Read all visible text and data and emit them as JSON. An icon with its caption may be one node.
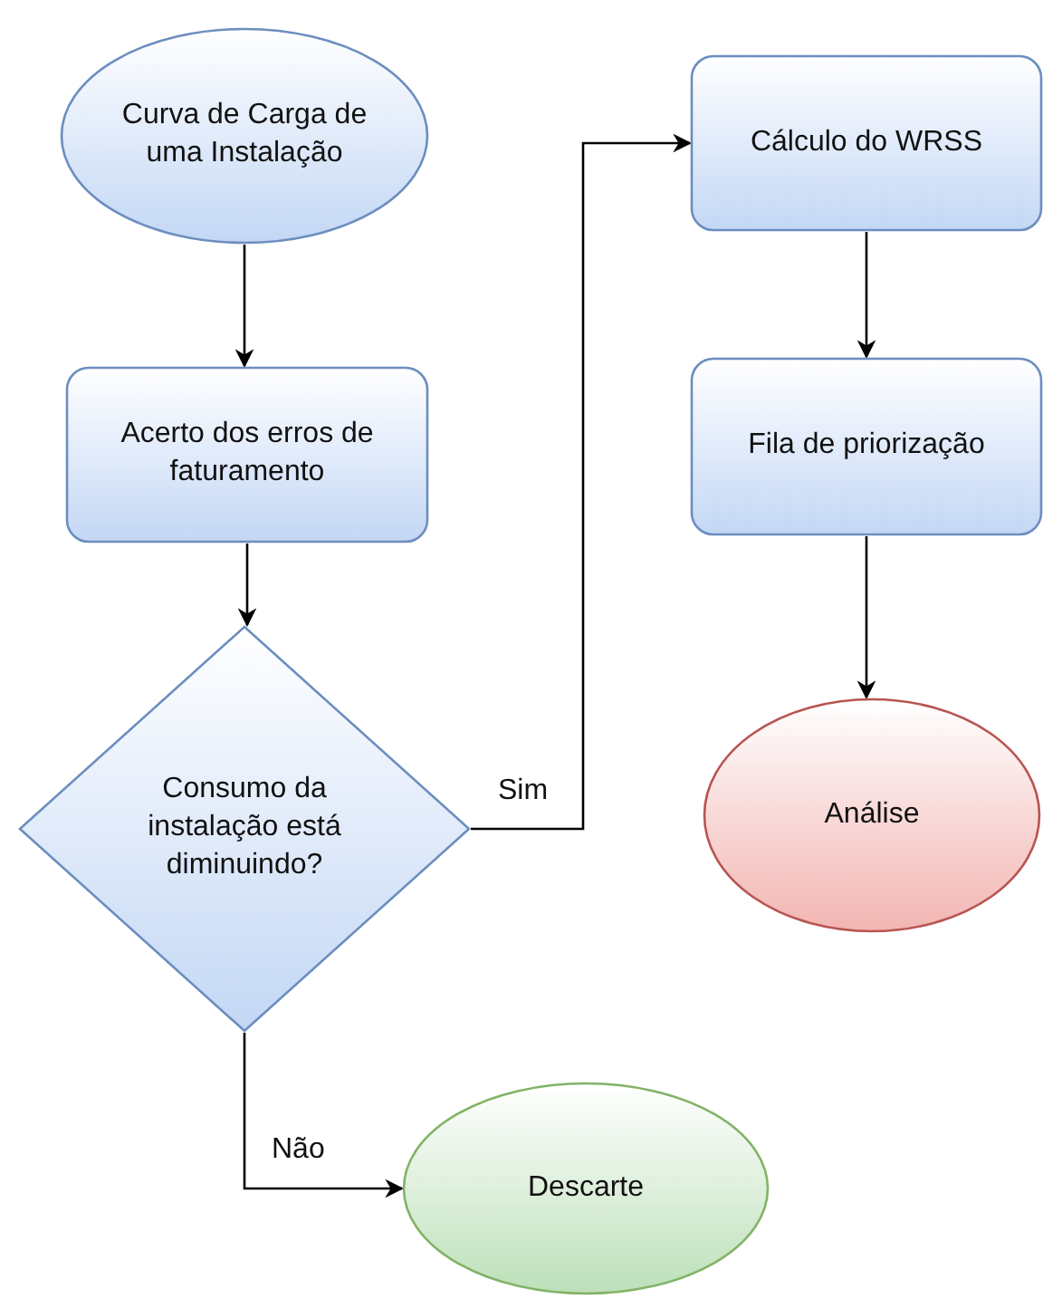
{
  "diagram": {
    "nodes": [
      {
        "text": [
          "Curva de Carga de uma Instalação"
        ]
      },
      {
        "text": [
          "Acerto dos erros de faturamento"
        ]
      },
      {
        "text": [
          "Consumo da instalação está diminuindo?"
        ]
      },
      {
        "text": [
          "Cálculo do WRSS"
        ]
      },
      {
        "text": [
          "Fila de priorização"
        ]
      },
      {
        "text": [
          "Análise"
        ]
      },
      {
        "text": [
          "Descarte"
        ]
      }
    ],
    "edges": [
      {
        "from": 0,
        "to": 1,
        "arrow": "to"
      },
      {
        "from": 1,
        "to": 2,
        "arrow": "to"
      },
      {
        "from": 2,
        "to": 3,
        "arrow": "to",
        "label": "Sim"
      },
      {
        "from": 3,
        "to": 4,
        "arrow": "to"
      },
      {
        "from": 4,
        "to": 5,
        "arrow": "to"
      },
      {
        "from": 2,
        "to": 6,
        "arrow": "to",
        "label": "Não"
      }
    ]
  }
}
